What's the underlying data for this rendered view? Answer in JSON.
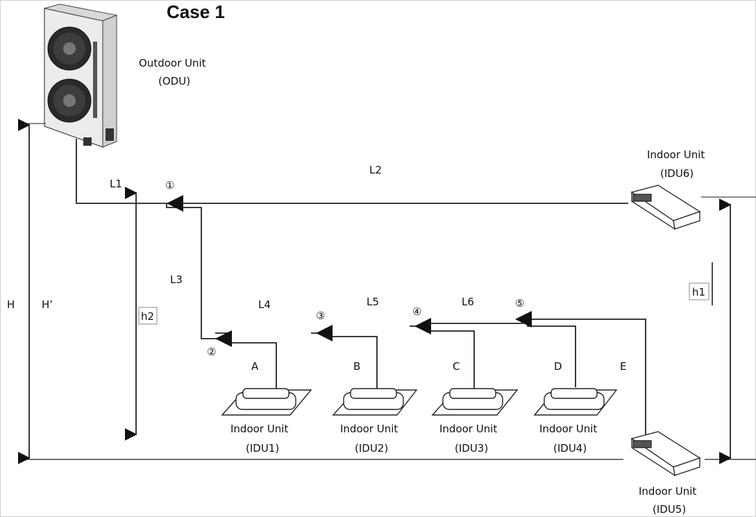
{
  "title": "Case 1",
  "units": {
    "odu": {
      "line1": "Outdoor Unit",
      "line2": "(ODU)"
    },
    "idu1": {
      "line1": "Indoor Unit",
      "line2": "(IDU1)"
    },
    "idu2": {
      "line1": "Indoor Unit",
      "line2": "(IDU2)"
    },
    "idu3": {
      "line1": "Indoor Unit",
      "line2": "(IDU3)"
    },
    "idu4": {
      "line1": "Indoor Unit",
      "line2": "(IDU4)"
    },
    "idu5": {
      "line1": "Indoor Unit",
      "line2": "(IDU5)"
    },
    "idu6": {
      "line1": "Indoor Unit",
      "line2": "(IDU6)"
    }
  },
  "pipes": {
    "l1": "L1",
    "l2": "L2",
    "l3": "L3",
    "l4": "L4",
    "l5": "L5",
    "l6": "L6"
  },
  "branches": {
    "a": "A",
    "b": "B",
    "c": "C",
    "d": "D",
    "e": "E"
  },
  "joints": {
    "j1": "①",
    "j2": "②",
    "j3": "③",
    "j4": "④",
    "j5": "⑤"
  },
  "heights": {
    "H": "H",
    "Hprime": "H’",
    "h1": "h1",
    "h2": "h2"
  }
}
